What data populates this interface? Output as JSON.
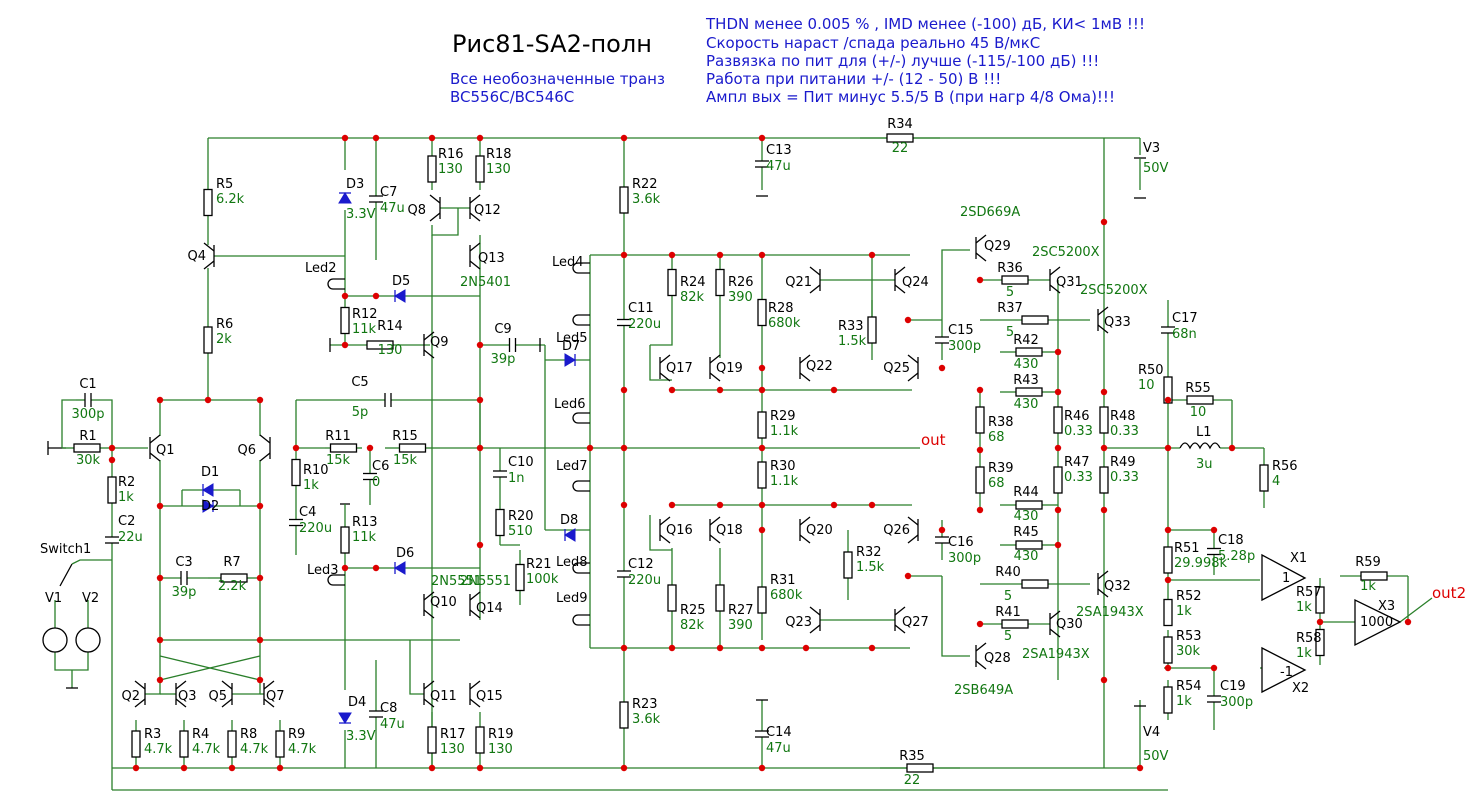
{
  "header": {
    "title": "Рис81-SA2-полн",
    "note_left": [
      "Все необозначенные транз",
      "BC556C/BC546C"
    ],
    "notes_right": [
      "THDN менее 0.005 % , IMD менее (-100) дБ, КИ< 1мВ !!!",
      "Скорость нараст /спада реально 45 В/мкС",
      "Развязка по пит для (+/-) лучше (-115/-100 дБ) !!!",
      "Работа при питании +/- (12 - 50) В !!!",
      "Ампл вых = Пит минус 5.5/5 В (при нагр 4/8 Ома)!!!"
    ]
  },
  "nets": {
    "out": "out",
    "out2": "out2"
  },
  "colors": {
    "wire": "#2a7f2a",
    "label": "#117711",
    "node": "#dd0000",
    "note": "#1a1acc"
  },
  "components": [
    {
      "ref": "R1",
      "value": "30k"
    },
    {
      "ref": "R2",
      "value": "1k"
    },
    {
      "ref": "R3",
      "value": "4.7k"
    },
    {
      "ref": "R4",
      "value": "4.7k"
    },
    {
      "ref": "R5",
      "value": "6.2k"
    },
    {
      "ref": "R6",
      "value": "2k"
    },
    {
      "ref": "R7",
      "value": "2.2k"
    },
    {
      "ref": "R8",
      "value": "4.7k"
    },
    {
      "ref": "R9",
      "value": "4.7k"
    },
    {
      "ref": "R10",
      "value": "1k"
    },
    {
      "ref": "R11",
      "value": "15k"
    },
    {
      "ref": "R12",
      "value": "11k"
    },
    {
      "ref": "R13",
      "value": "11k"
    },
    {
      "ref": "R14",
      "value": "130"
    },
    {
      "ref": "R15",
      "value": "15k"
    },
    {
      "ref": "R16",
      "value": "130"
    },
    {
      "ref": "R17",
      "value": "130"
    },
    {
      "ref": "R18",
      "value": "130"
    },
    {
      "ref": "R19",
      "value": "130"
    },
    {
      "ref": "R20",
      "value": "510"
    },
    {
      "ref": "R21",
      "value": "100k"
    },
    {
      "ref": "R22",
      "value": "3.6k"
    },
    {
      "ref": "R23",
      "value": "3.6k"
    },
    {
      "ref": "R24",
      "value": "82k"
    },
    {
      "ref": "R25",
      "value": "82k"
    },
    {
      "ref": "R26",
      "value": "390"
    },
    {
      "ref": "R27",
      "value": "390"
    },
    {
      "ref": "R28",
      "value": "680k"
    },
    {
      "ref": "R29",
      "value": "1.1k"
    },
    {
      "ref": "R30",
      "value": "1.1k"
    },
    {
      "ref": "R31",
      "value": "680k"
    },
    {
      "ref": "R32",
      "value": "1.5k"
    },
    {
      "ref": "R33",
      "value": "1.5k"
    },
    {
      "ref": "R34",
      "value": "22"
    },
    {
      "ref": "R35",
      "value": "22"
    },
    {
      "ref": "R36",
      "value": "5"
    },
    {
      "ref": "R37",
      "value": "5"
    },
    {
      "ref": "R38",
      "value": "68"
    },
    {
      "ref": "R39",
      "value": "68"
    },
    {
      "ref": "R40",
      "value": "5"
    },
    {
      "ref": "R41",
      "value": "5"
    },
    {
      "ref": "R42",
      "value": "430"
    },
    {
      "ref": "R43",
      "value": "430"
    },
    {
      "ref": "R44",
      "value": "430"
    },
    {
      "ref": "R45",
      "value": "430"
    },
    {
      "ref": "R46",
      "value": "0.33"
    },
    {
      "ref": "R47",
      "value": "0.33"
    },
    {
      "ref": "R48",
      "value": "0.33"
    },
    {
      "ref": "R49",
      "value": "0.33"
    },
    {
      "ref": "R50",
      "value": "10"
    },
    {
      "ref": "R51",
      "value": "29.998k"
    },
    {
      "ref": "R52",
      "value": "1k"
    },
    {
      "ref": "R53",
      "value": "30k"
    },
    {
      "ref": "R54",
      "value": "1k"
    },
    {
      "ref": "R55",
      "value": "10"
    },
    {
      "ref": "R56",
      "value": "4"
    },
    {
      "ref": "R57",
      "value": "1k"
    },
    {
      "ref": "R58",
      "value": "1k"
    },
    {
      "ref": "R59",
      "value": "1k"
    },
    {
      "ref": "C1",
      "value": "300p"
    },
    {
      "ref": "C2",
      "value": "22u"
    },
    {
      "ref": "C3",
      "value": "39p"
    },
    {
      "ref": "C4",
      "value": "220u"
    },
    {
      "ref": "C5",
      "value": "5p"
    },
    {
      "ref": "C6",
      "value": "0"
    },
    {
      "ref": "C7",
      "value": "47u"
    },
    {
      "ref": "C8",
      "value": "47u"
    },
    {
      "ref": "C9",
      "value": "39p"
    },
    {
      "ref": "C10",
      "value": "1n"
    },
    {
      "ref": "C11",
      "value": "220u"
    },
    {
      "ref": "C12",
      "value": "220u"
    },
    {
      "ref": "C13",
      "value": "47u"
    },
    {
      "ref": "C14",
      "value": "47u"
    },
    {
      "ref": "C15",
      "value": "300p"
    },
    {
      "ref": "C16",
      "value": "300p"
    },
    {
      "ref": "C17",
      "value": "68n"
    },
    {
      "ref": "C18",
      "value": "5.28p"
    },
    {
      "ref": "C19",
      "value": "300p"
    },
    {
      "ref": "D1",
      "value": ""
    },
    {
      "ref": "D2",
      "value": ""
    },
    {
      "ref": "D3",
      "value": "3.3V"
    },
    {
      "ref": "D4",
      "value": "3.3V"
    },
    {
      "ref": "D5",
      "value": ""
    },
    {
      "ref": "D6",
      "value": ""
    },
    {
      "ref": "D7",
      "value": ""
    },
    {
      "ref": "D8",
      "value": ""
    },
    {
      "ref": "L1",
      "value": "3u"
    },
    {
      "ref": "V1",
      "value": ""
    },
    {
      "ref": "V2",
      "value": ""
    },
    {
      "ref": "V3",
      "value": "50V"
    },
    {
      "ref": "V4",
      "value": "50V"
    },
    {
      "ref": "X1",
      "value": "1"
    },
    {
      "ref": "X2",
      "value": "-1"
    },
    {
      "ref": "X3",
      "value": "1000"
    },
    {
      "ref": "Switch1",
      "value": ""
    },
    {
      "ref": "Led2",
      "value": ""
    },
    {
      "ref": "Led3",
      "value": ""
    },
    {
      "ref": "Led4",
      "value": ""
    },
    {
      "ref": "Led5",
      "value": ""
    },
    {
      "ref": "Led6",
      "value": ""
    },
    {
      "ref": "Led7",
      "value": ""
    },
    {
      "ref": "Led8",
      "value": ""
    },
    {
      "ref": "Led9",
      "value": ""
    }
  ],
  "transistors": [
    {
      "ref": "Q1",
      "type": ""
    },
    {
      "ref": "Q2",
      "type": ""
    },
    {
      "ref": "Q3",
      "type": ""
    },
    {
      "ref": "Q4",
      "type": ""
    },
    {
      "ref": "Q5",
      "type": ""
    },
    {
      "ref": "Q6",
      "type": ""
    },
    {
      "ref": "Q7",
      "type": ""
    },
    {
      "ref": "Q8",
      "type": ""
    },
    {
      "ref": "Q9",
      "type": ""
    },
    {
      "ref": "Q10",
      "type": ""
    },
    {
      "ref": "Q11",
      "type": ""
    },
    {
      "ref": "Q12",
      "type": ""
    },
    {
      "ref": "Q13",
      "type": "2N5401"
    },
    {
      "ref": "Q14",
      "type": "2N5551"
    },
    {
      "ref": "Q15",
      "type": ""
    },
    {
      "ref": "Q16",
      "type": ""
    },
    {
      "ref": "Q17",
      "type": ""
    },
    {
      "ref": "Q18",
      "type": ""
    },
    {
      "ref": "Q19",
      "type": ""
    },
    {
      "ref": "Q20",
      "type": ""
    },
    {
      "ref": "Q21",
      "type": ""
    },
    {
      "ref": "Q22",
      "type": ""
    },
    {
      "ref": "Q23",
      "type": ""
    },
    {
      "ref": "Q24",
      "type": ""
    },
    {
      "ref": "Q25",
      "type": ""
    },
    {
      "ref": "Q26",
      "type": ""
    },
    {
      "ref": "Q27",
      "type": ""
    },
    {
      "ref": "Q28",
      "type": "2SB649A"
    },
    {
      "ref": "Q29",
      "type": "2SD669A"
    },
    {
      "ref": "Q30",
      "type": "2SA1943X"
    },
    {
      "ref": "Q31",
      "type": "2SC5200X"
    },
    {
      "ref": "Q32",
      "type": "2SA1943X"
    },
    {
      "ref": "Q33",
      "type": "2SC5200X"
    }
  ],
  "extra_labels": [
    "2N5551"
  ]
}
